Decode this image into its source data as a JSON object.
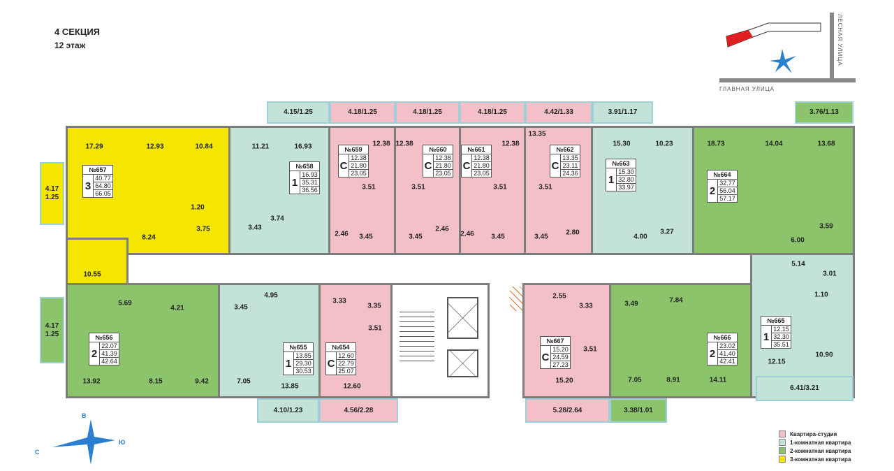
{
  "header": {
    "section": "4 СЕКЦИЯ",
    "floor": "12 этаж"
  },
  "colors": {
    "studio": "#f4c0c8",
    "one_room": "#c3e2d8",
    "two_room": "#8cc46c",
    "three_room": "#f4e600",
    "highlight": "#e02020"
  },
  "apartments": [
    {
      "number": "№657",
      "type": "3",
      "areas": [
        "40.77",
        "64.80",
        "66.05"
      ]
    },
    {
      "number": "№658",
      "type": "1",
      "areas": [
        "16.93",
        "35.31",
        "36.56"
      ]
    },
    {
      "number": "№659",
      "type": "C",
      "areas": [
        "12.38",
        "21.80",
        "23.05"
      ]
    },
    {
      "number": "№660",
      "type": "C",
      "areas": [
        "12.38",
        "21.80",
        "23.05"
      ]
    },
    {
      "number": "№661",
      "type": "C",
      "areas": [
        "12.38",
        "21.80",
        "23.05"
      ]
    },
    {
      "number": "№662",
      "type": "C",
      "areas": [
        "13.35",
        "23.11",
        "24.36"
      ]
    },
    {
      "number": "№663",
      "type": "1",
      "areas": [
        "15.30",
        "32.80",
        "33.97"
      ]
    },
    {
      "number": "№664",
      "type": "2",
      "areas": [
        "32.77",
        "56.04",
        "57.17"
      ]
    },
    {
      "number": "№656",
      "type": "2",
      "areas": [
        "22.07",
        "41.39",
        "42.64"
      ]
    },
    {
      "number": "№655",
      "type": "1",
      "areas": [
        "13.85",
        "29.30",
        "30.53"
      ]
    },
    {
      "number": "№654",
      "type": "C",
      "areas": [
        "12.60",
        "22.79",
        "25.07"
      ]
    },
    {
      "number": "№667",
      "type": "C",
      "areas": [
        "15.20",
        "24.59",
        "27.23"
      ]
    },
    {
      "number": "№666",
      "type": "2",
      "areas": [
        "23.02",
        "41.40",
        "42.41"
      ]
    },
    {
      "number": "№665",
      "type": "1",
      "areas": [
        "12.15",
        "32.30",
        "35.51"
      ]
    }
  ],
  "rooms": [
    "17.29",
    "12.93",
    "10.84",
    "1.20",
    "3.75",
    "8.24",
    "10.55",
    "11.21",
    "16.93",
    "3.43",
    "3.74",
    "12.38",
    "3.51",
    "2.46",
    "3.45",
    "12.38",
    "3.51",
    "2.46",
    "3.45",
    "12.38",
    "3.51",
    "2.46",
    "3.45",
    "13.35",
    "3.51",
    "2.80",
    "3.45",
    "15.30",
    "10.23",
    "3.27",
    "4.00",
    "18.73",
    "14.04",
    "13.68",
    "3.59",
    "6.00",
    "5.69",
    "4.21",
    "13.92",
    "8.15",
    "9.42",
    "3.45",
    "4.95",
    "7.05",
    "13.85",
    "3.33",
    "3.35",
    "3.51",
    "12.60",
    "2.55",
    "3.33",
    "3.51",
    "15.20",
    "3.49",
    "7.84",
    "7.05",
    "8.91",
    "14.11",
    "5.14",
    "3.01",
    "1.10",
    "12.15",
    "10.90"
  ],
  "balconies": [
    "4.15/1.25",
    "4.18/1.25",
    "4.18/1.25",
    "4.18/1.25",
    "4.42/1.33",
    "3.91/1.17",
    "3.76/1.13",
    "4.17\n1.25",
    "4.17\n1.25",
    "4.10/1.23",
    "4.56/2.28",
    "5.28/2.64",
    "3.38/1.01",
    "6.41/3.21"
  ],
  "map": {
    "street_main": "ГЛАВНАЯ УЛИЦА",
    "street_forest": "ЛЕСНАЯ УЛИЦА"
  },
  "compass": {
    "north": "В",
    "east": "Ю",
    "west": "С"
  },
  "legend": [
    "Квартира-студия",
    "1-комнатная квартира",
    "2-комнатная квартира",
    "3-комнатная квартира"
  ]
}
